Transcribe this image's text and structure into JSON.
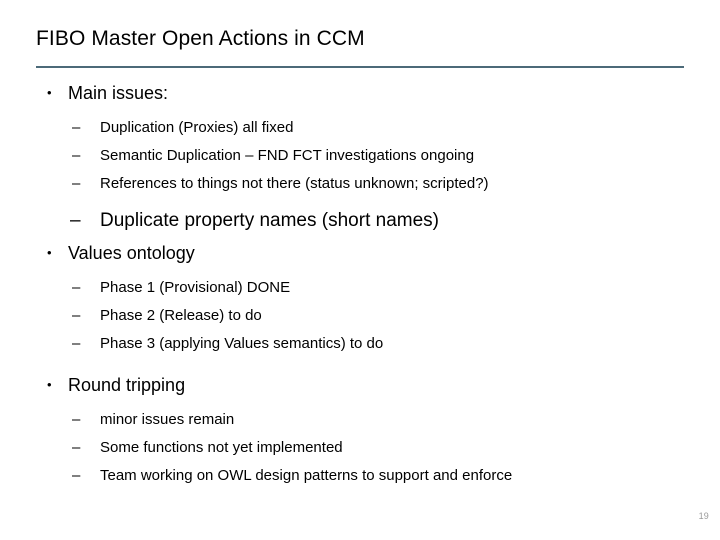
{
  "slide": {
    "title": "FIBO Master Open Actions in CCM",
    "page_number": "19",
    "bullet_glyph": "•",
    "dash_glyph": "–",
    "accent_color": "#4c6a79",
    "text_color": "#000000",
    "page_number_color": "#9a9a9a",
    "background_color": "#ffffff"
  },
  "content": {
    "sections": [
      {
        "heading": "Main issues:",
        "items": [
          {
            "text": "Duplication (Proxies) all fixed",
            "emphasis": false
          },
          {
            "text": "Semantic Duplication – FND FCT investigations ongoing",
            "emphasis": false
          },
          {
            "text": "References to things not there (status unknown; scripted?)",
            "emphasis": false
          },
          {
            "text": "Duplicate property names (short names)",
            "emphasis": true
          }
        ]
      },
      {
        "heading": "Values ontology",
        "items": [
          {
            "text": "Phase 1 (Provisional) DONE",
            "emphasis": false
          },
          {
            "text": "Phase 2 (Release) to do",
            "emphasis": false
          },
          {
            "text": "Phase 3 (applying Values semantics) to do",
            "emphasis": false
          }
        ]
      },
      {
        "heading": "Round tripping",
        "items": [
          {
            "text": "minor issues remain",
            "emphasis": false
          },
          {
            "text": "Some functions not yet implemented",
            "emphasis": false
          },
          {
            "text": "Team working on OWL design patterns to support and enforce",
            "emphasis": false
          }
        ]
      }
    ]
  }
}
